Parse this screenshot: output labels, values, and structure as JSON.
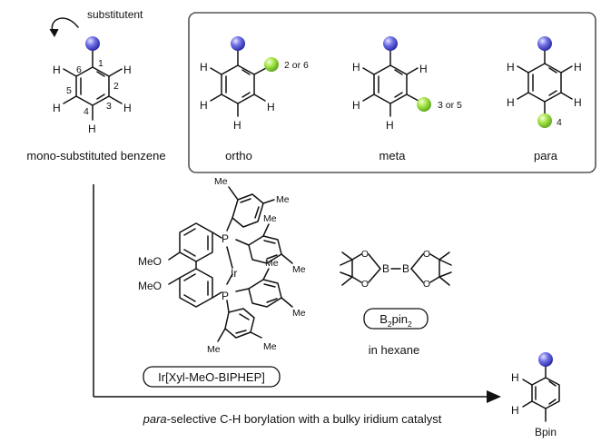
{
  "colors": {
    "substituent_sphere": "#5a5ad8",
    "reaction_site_sphere": "#9ae13a",
    "frame": "#555555",
    "stroke": "#111111"
  },
  "top_left": {
    "annotation": "substitutent",
    "atoms": {
      "h": "H"
    },
    "positions": {
      "p1": "1",
      "p2": "2",
      "p3": "3",
      "p4": "4",
      "p5": "5",
      "p6": "6"
    },
    "caption": "mono-substituted benzene"
  },
  "isomers": [
    {
      "label": "ortho",
      "position_note": "2 or 6"
    },
    {
      "label": "meta",
      "position_note": "3 or 5"
    },
    {
      "label": "para",
      "position_note": "4"
    }
  ],
  "catalyst": {
    "methyl": "Me",
    "methoxy": "MeO",
    "phosphorus": "P",
    "metal": "Ir",
    "name": "Ir[Xyl-MeO-BIPHEP]"
  },
  "reagent": {
    "boron": "B",
    "oxygen": "O",
    "box_main": "B",
    "box_sub1": "2",
    "box_mid": "pin",
    "box_sub2": "2",
    "solvent": "in hexane"
  },
  "product": {
    "atom_h": "H",
    "group": "Bpin"
  },
  "reaction_caption": {
    "italic": "para",
    "rest": "-selective C-H borylation with a bulky iridium catalyst"
  }
}
